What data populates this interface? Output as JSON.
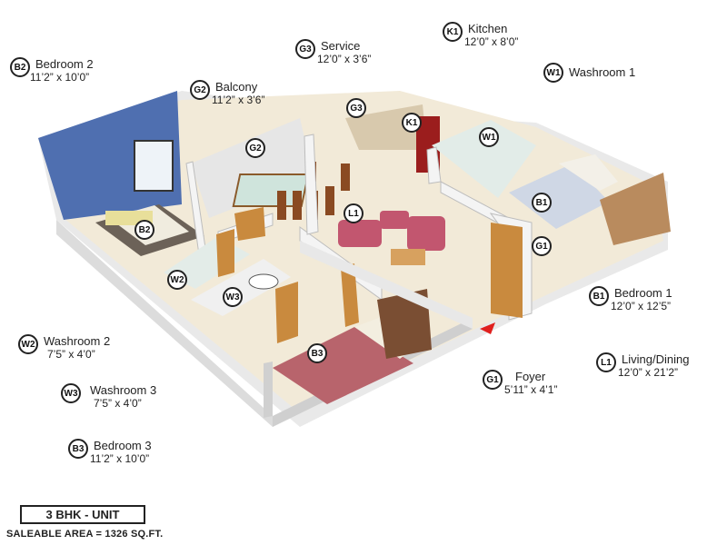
{
  "rooms": [
    {
      "code": "B2",
      "name": "Bedroom 2",
      "size": "11’2” x 10’0”"
    },
    {
      "code": "G2",
      "name": "Balcony",
      "size": "11’2” x 3’6”"
    },
    {
      "code": "G3",
      "name": "Service",
      "size": "12’0” x 3’6”"
    },
    {
      "code": "K1",
      "name": "Kitchen",
      "size": "12’0” x 8’0”"
    },
    {
      "code": "W1",
      "name": "Washroom 1",
      "size": ""
    },
    {
      "code": "B1",
      "name": "Bedroom 1",
      "size": "12’0” x 12’5”"
    },
    {
      "code": "L1",
      "name": "Living/Dining",
      "size": "12’0” x 21’2”"
    },
    {
      "code": "G1",
      "name": "Foyer",
      "size": "5’11” x 4’1”"
    },
    {
      "code": "W2",
      "name": "Washroom 2",
      "size": "7’5” x 4’0”"
    },
    {
      "code": "W3",
      "name": "Washroom 3",
      "size": "7’5” x 4’0”"
    },
    {
      "code": "B3",
      "name": "Bedroom 3",
      "size": "11’2” x 10’0”"
    }
  ],
  "unit_label": "3 BHK - UNIT",
  "area_label": "SALEABLE AREA = 1326 SQ.FT.",
  "colors": {
    "accent_wall": "#4f6fb0",
    "floor": "#f2ead8",
    "wood": "#c98a3e",
    "sofa": "#c2566f",
    "entry_marker": "#e0201e"
  }
}
